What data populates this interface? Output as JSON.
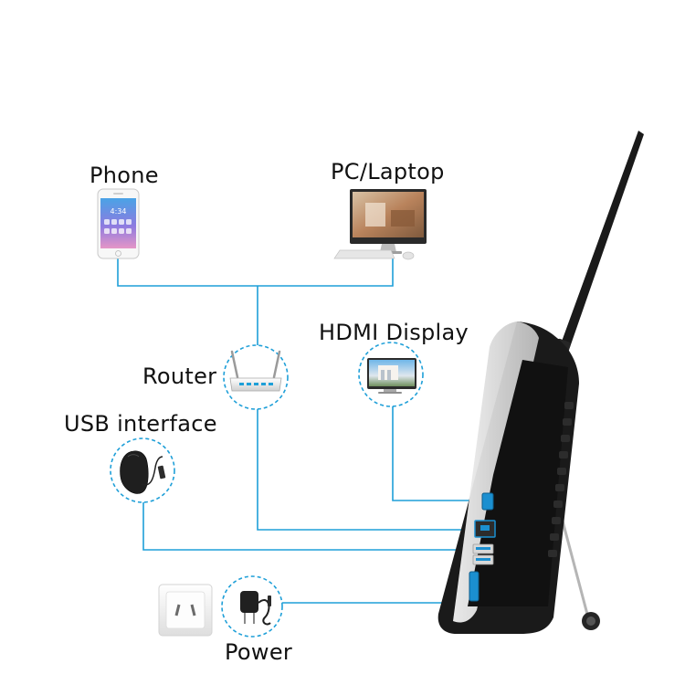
{
  "labels": {
    "phone": "Phone",
    "pc": "PC/Laptop",
    "hdmi": "HDMI Display",
    "router": "Router",
    "usb": "USB interface",
    "power": "Power"
  },
  "phone_screen_time": "4:34",
  "colors": {
    "connector_line": "#1e9fd8",
    "device_body": "#1a1a1a",
    "device_bezel": "#e6e6e6",
    "port_blue": "#1b8fd0"
  },
  "icons": [
    "phone-icon",
    "monitor-icon",
    "router-icon",
    "mouse-icon",
    "wall-socket-icon",
    "power-adapter-icon",
    "antenna-icon"
  ]
}
